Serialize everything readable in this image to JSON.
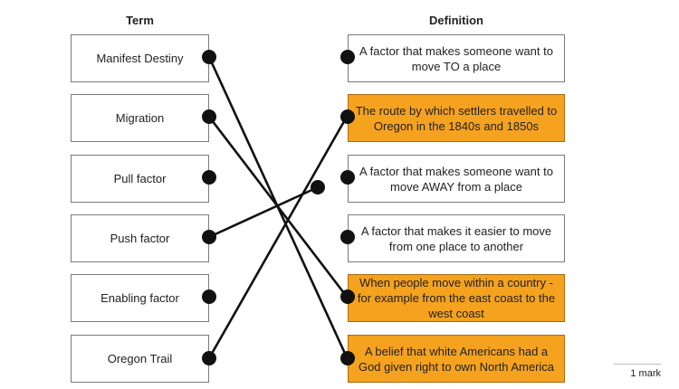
{
  "headers": {
    "term": "Term",
    "definition": "Definition"
  },
  "terms": [
    {
      "label": "Manifest Destiny"
    },
    {
      "label": "Migration"
    },
    {
      "label": "Pull factor"
    },
    {
      "label": "Push factor"
    },
    {
      "label": "Enabling factor"
    },
    {
      "label": "Oregon Trail"
    }
  ],
  "definitions": [
    {
      "label": "A factor that makes someone want to move TO a place",
      "selected": false
    },
    {
      "label": "The route by which settlers travelled to Oregon in the 1840s and 1850s",
      "selected": true
    },
    {
      "label": "A factor that makes someone want to move AWAY from a place",
      "selected": false
    },
    {
      "label": "A factor that makes it easier to move from one place to another",
      "selected": false
    },
    {
      "label": "When people move within a country - for example from the east coast to the west coast",
      "selected": true
    },
    {
      "label": "A belief that white Americans had a God given right to own North America",
      "selected": true
    }
  ],
  "connections": [
    {
      "from_term": 0,
      "to_definition": 5
    },
    {
      "from_term": 1,
      "to_definition": 4
    },
    {
      "from_term": 5,
      "to_definition": 1
    },
    {
      "from_term": 3,
      "to": "floating"
    }
  ],
  "colors": {
    "selected": "#f5a21f",
    "line": "#111111"
  },
  "marks": "1 mark"
}
